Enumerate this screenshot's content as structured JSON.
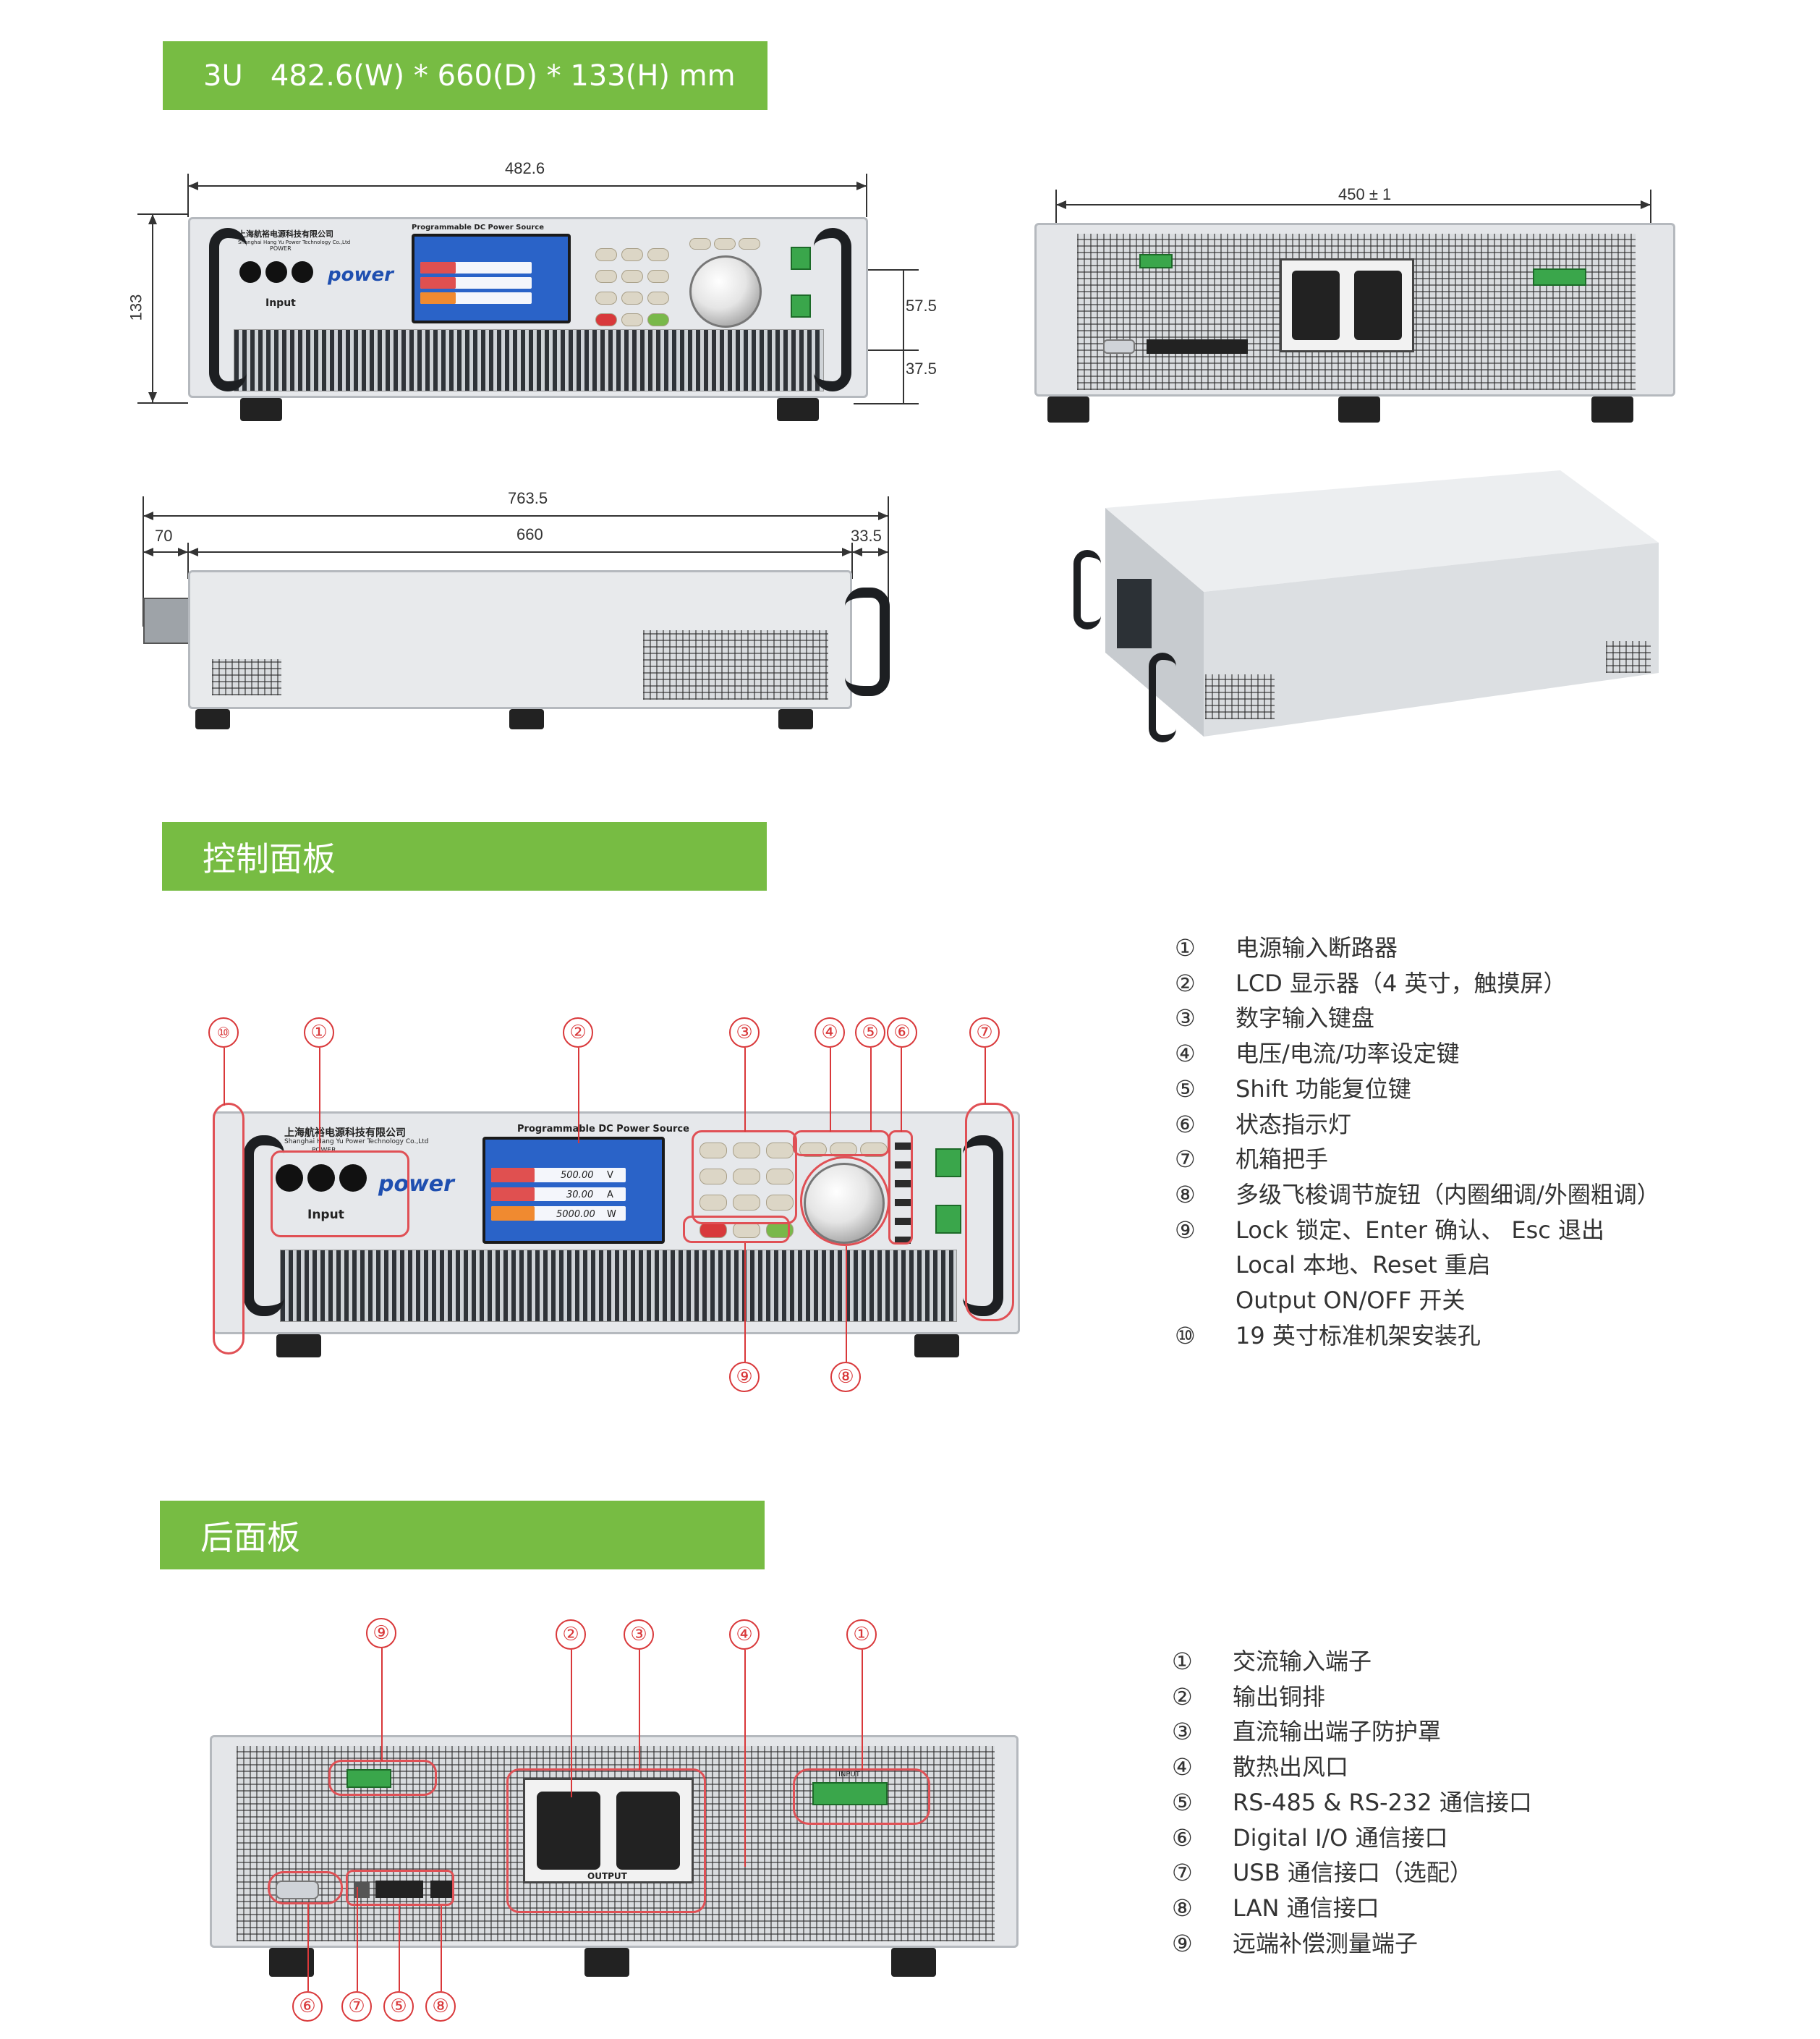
{
  "banners": {
    "spec": "3U   482.6(W) * 660(D) * 133(H) mm",
    "control_panel": "控制面板",
    "rear_panel": "后面板"
  },
  "dimensions": {
    "front_width": "482.6",
    "front_height": "133",
    "front_upper": "57.5",
    "front_lower": "37.5",
    "rear_width": "450 ± 1",
    "side_total": "763.5",
    "side_front": "70",
    "side_body": "660",
    "side_rear": "33.5"
  },
  "device_labels": {
    "company_cn": "上海航裕电源科技有限公司",
    "company_en": "Shanghai Hang Yu Power Technology Co.,Ltd",
    "brand": "power",
    "panel_title": "Programmable DC Power Source",
    "input": "Input",
    "power": "POWER",
    "output": "OUTPUT",
    "lcd_values": [
      "500.00",
      "30.00",
      "5000.00"
    ],
    "lcd_units": [
      "V",
      "A",
      "W"
    ],
    "rear_input": "INPUT"
  },
  "control_panel_legend": [
    {
      "num": "①",
      "text": "电源输入断路器"
    },
    {
      "num": "②",
      "text": "LCD 显示器（4 英寸，触摸屏）"
    },
    {
      "num": "③",
      "text": "数字输入键盘"
    },
    {
      "num": "④",
      "text": "电压/电流/功率设定键"
    },
    {
      "num": "⑤",
      "text": "Shift 功能复位键"
    },
    {
      "num": "⑥",
      "text": "状态指示灯"
    },
    {
      "num": "⑦",
      "text": "机箱把手"
    },
    {
      "num": "⑧",
      "text": "多级飞梭调节旋钮（内圈细调/外圈粗调）"
    },
    {
      "num": "⑨",
      "text": "Lock 锁定、Enter 确认、 Esc 退出"
    },
    {
      "num": "",
      "text": "Local 本地、Reset 重启"
    },
    {
      "num": "",
      "text": "Output ON/OFF 开关"
    },
    {
      "num": "⑩",
      "text": "19 英寸标准机架安装孔"
    }
  ],
  "rear_panel_legend": [
    {
      "num": "①",
      "text": "交流输入端子"
    },
    {
      "num": "②",
      "text": "输出铜排"
    },
    {
      "num": "③",
      "text": "直流输出端子防护罩"
    },
    {
      "num": "④",
      "text": "散热出风口"
    },
    {
      "num": "⑤",
      "text": "RS-485 & RS-232 通信接口"
    },
    {
      "num": "⑥",
      "text": "Digital I/O 通信接口"
    },
    {
      "num": "⑦",
      "text": "USB 通信接口（选配）"
    },
    {
      "num": "⑧",
      "text": "LAN 通信接口"
    },
    {
      "num": "⑨",
      "text": "远端补偿测量端子"
    }
  ],
  "front_callouts": {
    "c10": "⑩",
    "c1": "①",
    "c2": "②",
    "c3": "③",
    "c4": "④",
    "c5": "⑤",
    "c6": "⑥",
    "c7": "⑦",
    "c9": "⑨",
    "c8": "⑧"
  },
  "rear_callouts": {
    "c9": "⑨",
    "c2": "②",
    "c3": "③",
    "c4": "④",
    "c1": "①",
    "c6": "⑥",
    "c7": "⑦",
    "c5": "⑤",
    "c8": "⑧"
  },
  "colors": {
    "banner_green": "#77bc43",
    "callout_red": "#d9383a",
    "lcd_blue": "#2a63c8"
  }
}
